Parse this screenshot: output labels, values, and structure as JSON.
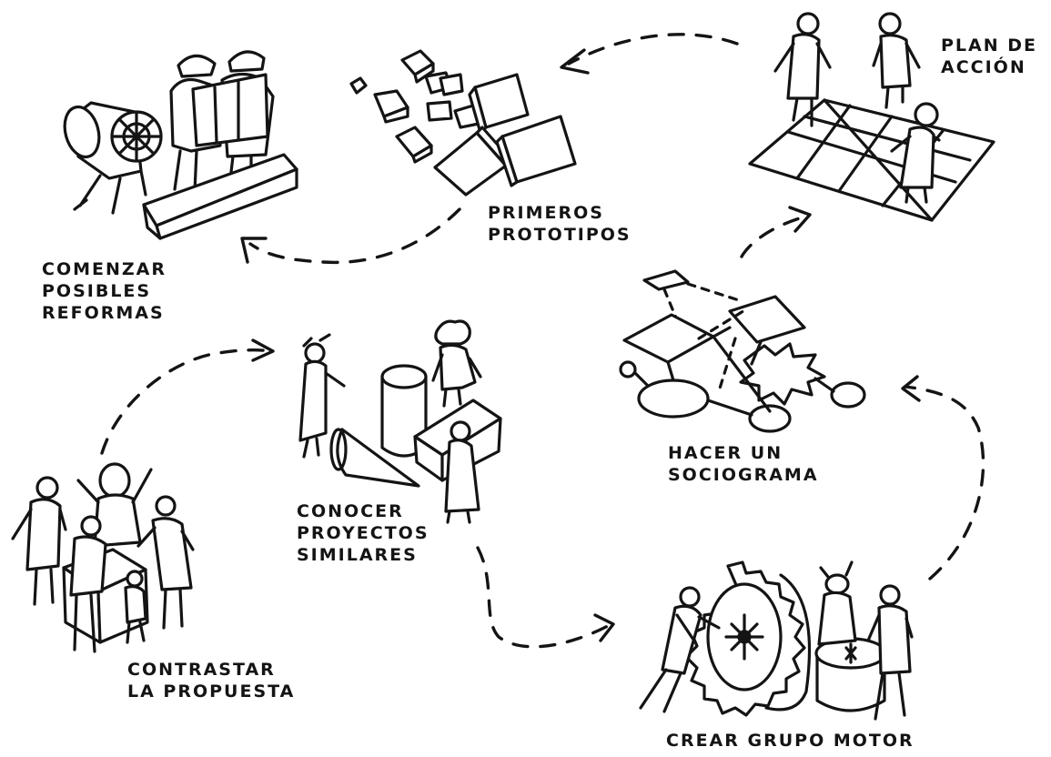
{
  "steps": {
    "comenzar": [
      "COMENZAR",
      "POSIBLES",
      "REFORMAS"
    ],
    "prototipos": [
      "PRIMEROS",
      "PROTOTIPOS"
    ],
    "plan": [
      "PLAN DE",
      "ACCIÓN"
    ],
    "sociograma": [
      "HACER UN",
      "SOCIOGRAMA"
    ],
    "conocer": [
      "CONOCER",
      "PROYECTOS",
      "SIMILARES"
    ],
    "contrastar": [
      "CONTRASTAR",
      "LA PROPUESTA"
    ],
    "grupo": [
      "CREAR GRUPO MOTOR"
    ]
  },
  "colors": {
    "ink": "#141414",
    "paper": "#ffffff"
  }
}
